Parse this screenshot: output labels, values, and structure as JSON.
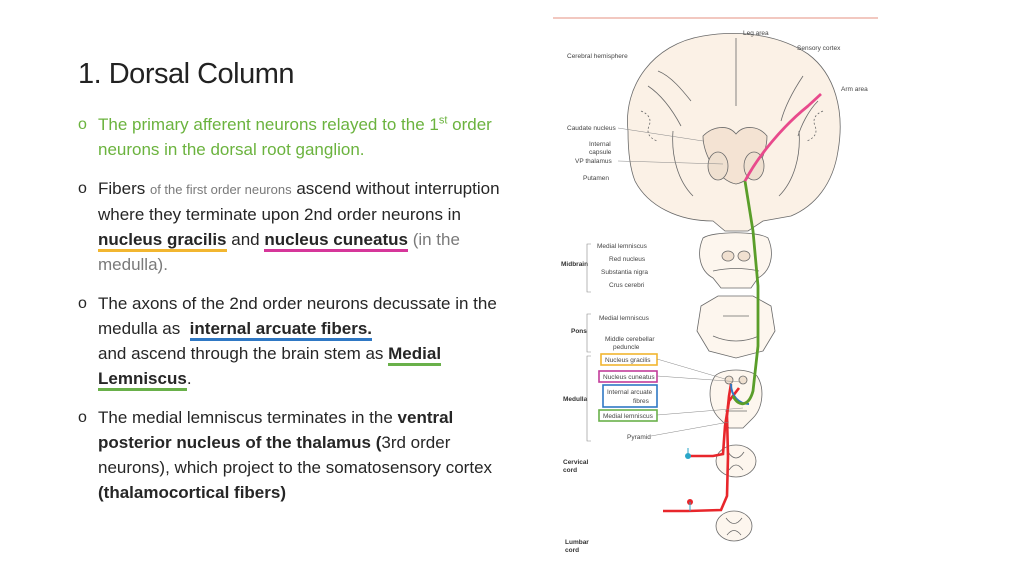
{
  "slide": {
    "title": "1. Dorsal Column",
    "bullet_mark": "o",
    "b1": {
      "text_a": "The primary afferent neurons relayed to the 1",
      "sup": "st",
      "text_b": "order neurons in the dorsal root ganglion."
    },
    "b2": {
      "t1": "Fibers",
      "t2": "of the first order neurons",
      "t3": "ascend without interruption where they terminate upon 2nd order neurons in",
      "t4": "nucleus gracilis",
      "t5": "and",
      "t6": "nucleus cuneatus",
      "t7": "(in the medulla)."
    },
    "b3": {
      "t1": "The axons of the 2nd order neurons decussate in the medulla as",
      "t2": "internal arcuate fibers.",
      "t3": "and ascend through the brain stem as",
      "t4": "Medial Lemniscus",
      "t5": "."
    },
    "b4": {
      "t1": "The medial lemniscus terminates in the",
      "t2": "ventral posterior nucleus of the thalamus (",
      "t3": "3rd order neurons), which project to the somatosensory cortex",
      "t4": "(thalamocortical fibers)"
    }
  },
  "figure": {
    "labels": {
      "leg_area": "Leg area",
      "sensory_cortex": "Sensory cortex",
      "cerebral_hemisphere": "Cerebral hemisphere",
      "arm_area": "Arm area",
      "caudate_nucleus": "Caudate nucleus",
      "internal_capsule_1": "Internal",
      "internal_capsule_2": "capsule",
      "vp_thalamus": "VP thalamus",
      "putamen": "Putamen",
      "medial_lemniscus_mid": "Medial lemniscus",
      "red_nucleus": "Red nucleus",
      "substantia_nigra": "Substantia nigra",
      "crus_cerebri": "Crus cerebri",
      "midbrain": "Midbrain",
      "medial_lemniscus_pons": "Medial lemniscus",
      "pons": "Pons",
      "middle_cerebellar_1": "Middle cerebellar",
      "middle_cerebellar_2": "peduncle",
      "nucleus_gracilis": "Nucleus gracilis",
      "nucleus_cuneatus": "Nucleus cuneatus",
      "internal_arcuate_1": "Internal arcuate",
      "internal_arcuate_2": "fibres",
      "medial_lemniscus_med": "Medial lemniscus",
      "medulla": "Medulla",
      "pyramid": "Pyramid",
      "cervical_cord_1": "Cervical",
      "cervical_cord_2": "cord",
      "lumbar_cord_1": "Lumbar",
      "lumbar_cord_2": "cord"
    },
    "colors": {
      "pathway_1st": "#e8262b",
      "pathway_2nd": "#5a9e2a",
      "pathway_3rd": "#e84a8c",
      "gracilis_box": "#f2b630",
      "cuneatus_box": "#c23c9a",
      "arcuate_box": "#2f78c4",
      "lemniscus_box": "#69b04a",
      "ganglion": "#2aa6c8"
    }
  }
}
